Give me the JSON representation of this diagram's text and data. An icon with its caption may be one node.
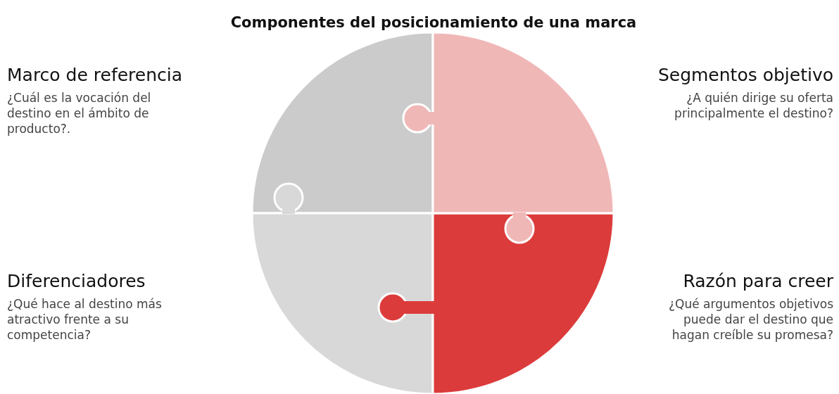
{
  "diagram": {
    "title": "Componentes del posicionamiento de una marca",
    "nodes": [
      {
        "text": [],
        "shape": "piece",
        "beside": [
          "Marco de referencia",
          "¿Cuál es la vocación del destino en el ámbito de producto?."
        ]
      },
      {
        "text": [],
        "shape": "piece",
        "beside": [
          "Segmentos objetivo",
          "¿A quién dirige su oferta principalmente el destino?"
        ]
      },
      {
        "text": [],
        "shape": "piece",
        "beside": [
          "Diferenciadores",
          "¿Qué hace al destino más atractivo frente a su competencia?"
        ]
      },
      {
        "text": [],
        "shape": "piece",
        "beside": [
          "Razón para creer",
          "¿Qué argumentos objetivos puede dar el destino que hagan creíble su promesa?"
        ]
      }
    ],
    "edges": []
  }
}
